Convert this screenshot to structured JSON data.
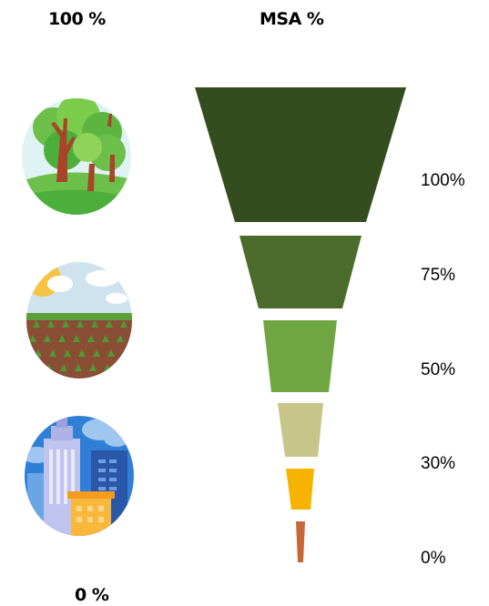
{
  "header": {
    "left_label": "100 %",
    "right_label": "MSA %"
  },
  "footer": {
    "left_label": "0 %"
  },
  "icons": [
    {
      "name": "forest-icon"
    },
    {
      "name": "farmland-icon"
    },
    {
      "name": "city-icon"
    }
  ],
  "funnel": {
    "levels": [
      {
        "label": "100%",
        "color": "#344d1f"
      },
      {
        "label": "75%",
        "color": "#4b6c2a"
      },
      {
        "label": "50%",
        "color": "#6fa642"
      },
      {
        "label": "30%",
        "color": "#c7c58a"
      },
      {
        "label": "",
        "color": "#f6b400"
      },
      {
        "label": "0%",
        "color": "#c8673a"
      }
    ]
  }
}
